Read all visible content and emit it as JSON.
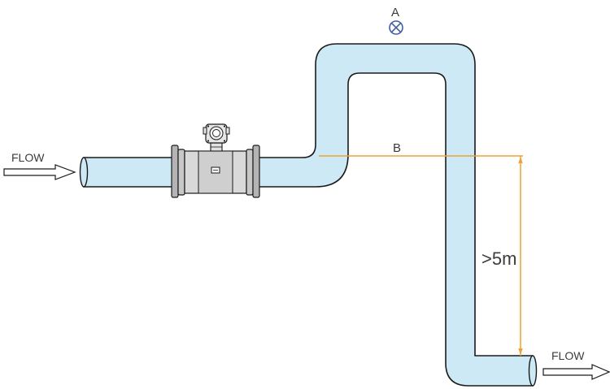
{
  "labels": {
    "flow_in": "FLOW",
    "flow_out": "FLOW",
    "point_a": "A",
    "point_b": "B",
    "distance": ">5m"
  },
  "icons": {
    "air_valve": "circled-x-icon",
    "flowmeter": "electromagnetic-flowmeter-icon",
    "flow_arrow": "hollow-arrow-icon"
  },
  "colors": {
    "pipe_fill": "#cde9f5",
    "pipe_outline": "#1a1a1a",
    "dimension_line": "#f2a033",
    "valve_symbol": "#3f5fa0",
    "flange": "#b4b4b4",
    "meter_body": "#d9d9d9"
  }
}
